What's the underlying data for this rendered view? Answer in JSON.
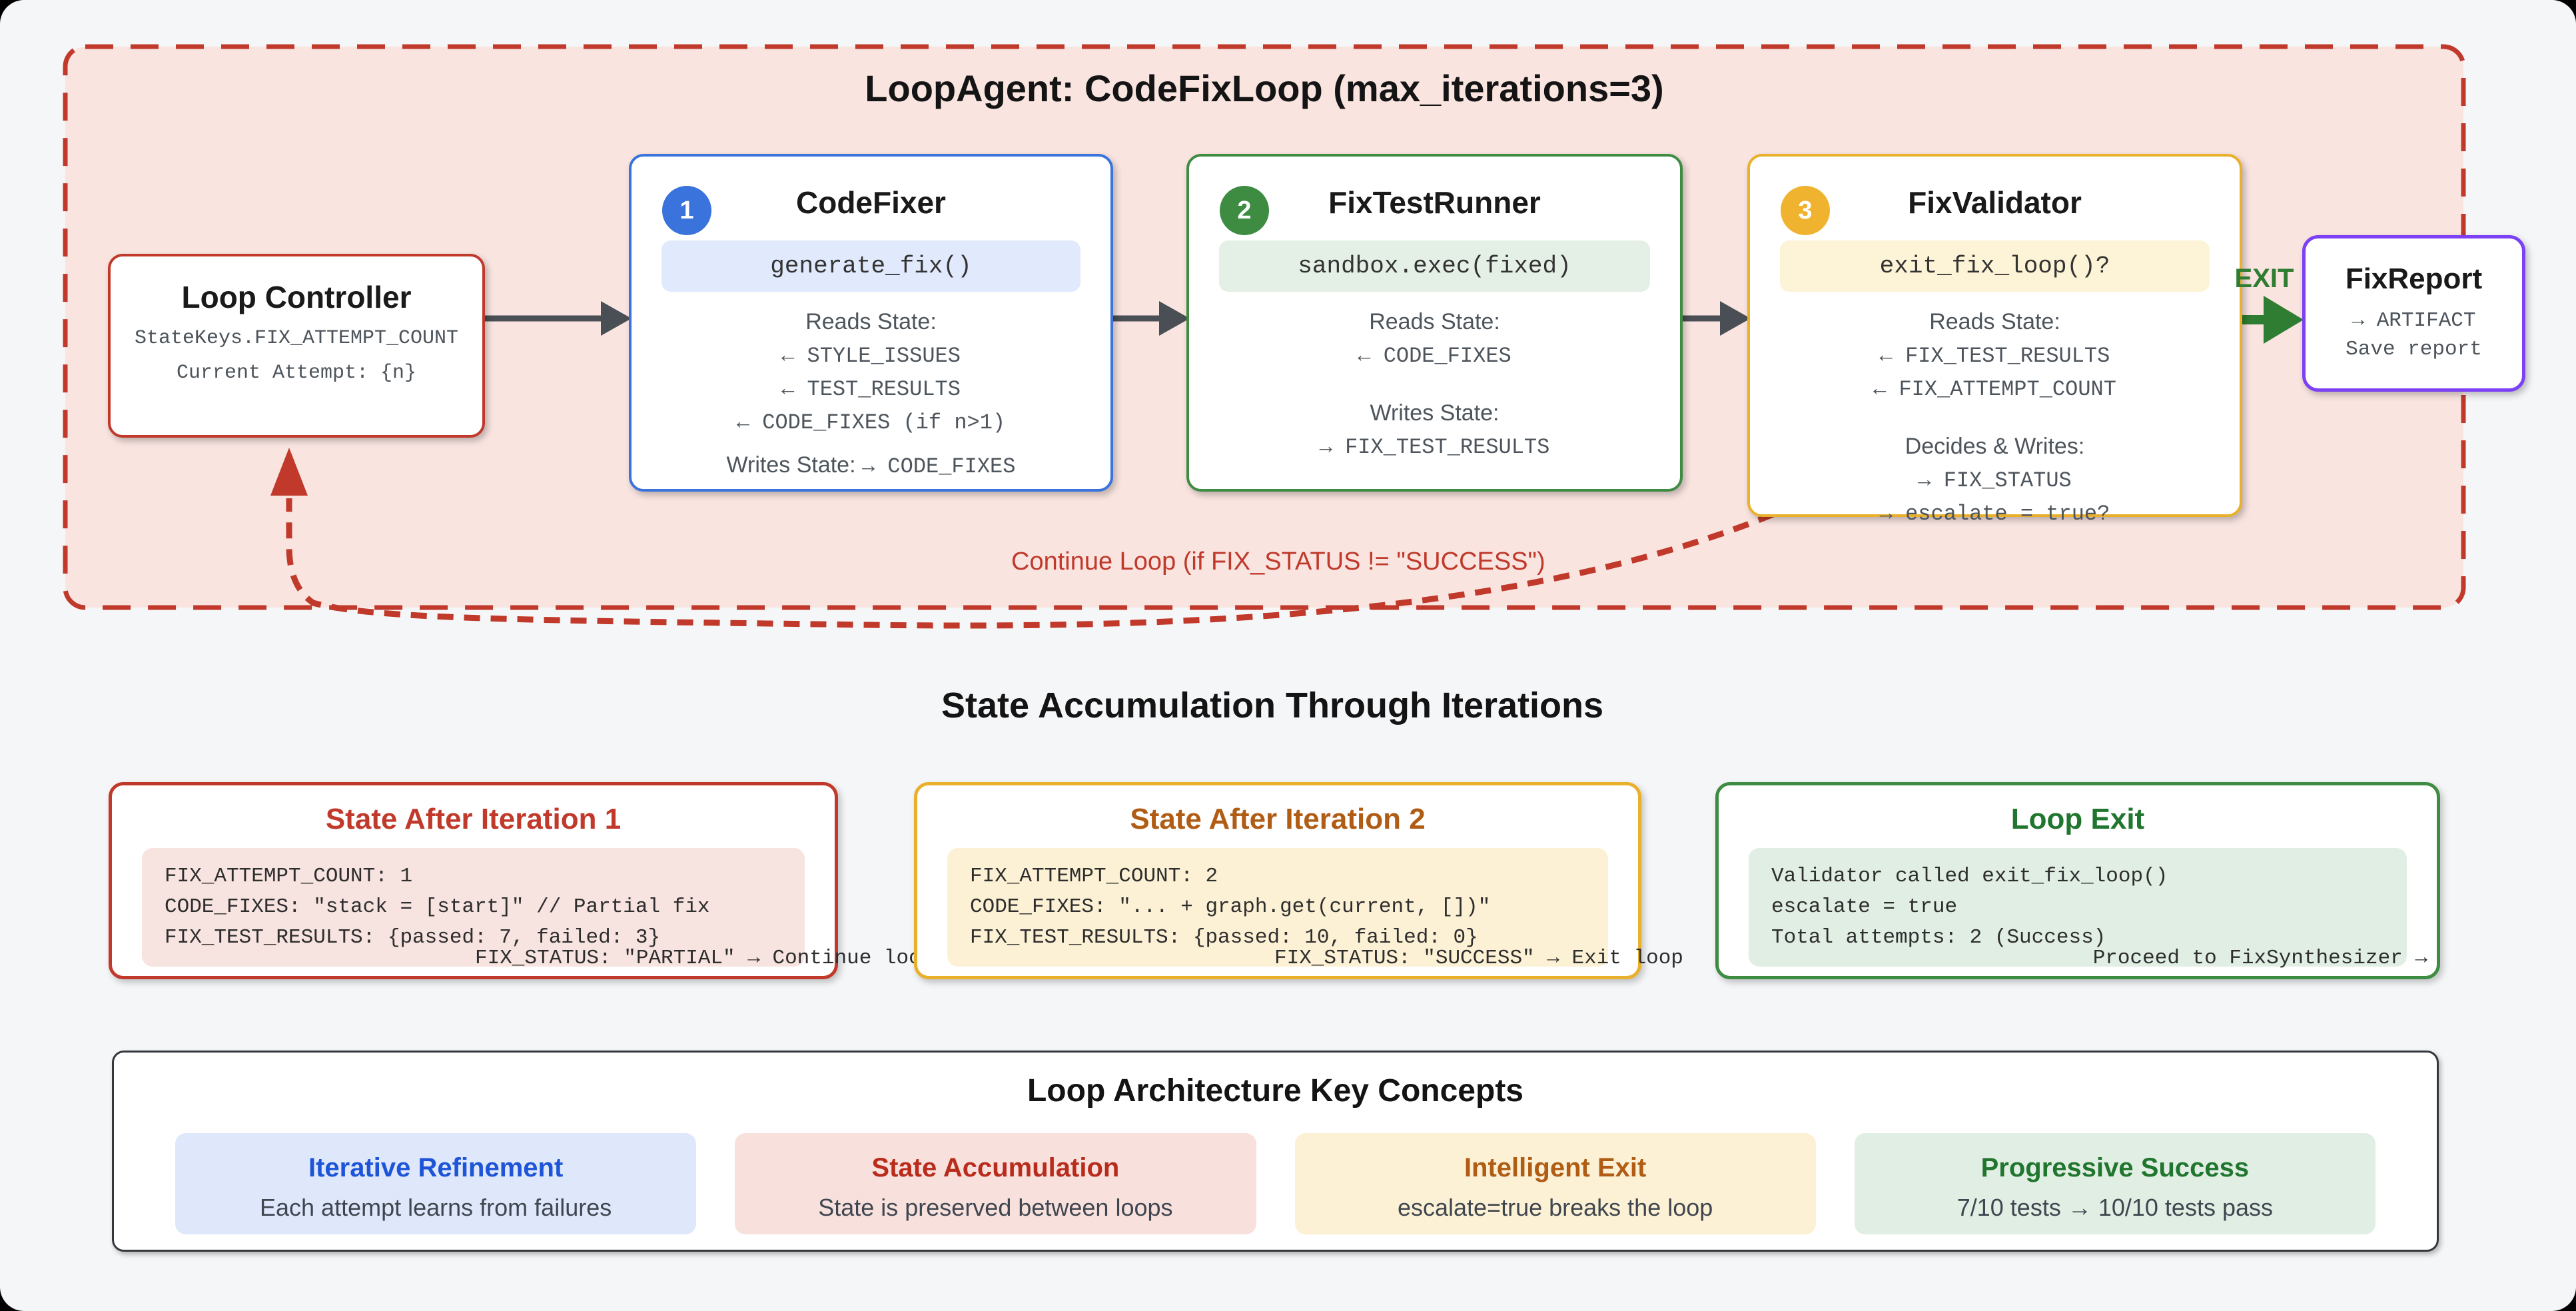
{
  "loop": {
    "title": "LoopAgent: CodeFixLoop (max_iterations=3)",
    "continue_label": "Continue Loop (if FIX_STATUS != \"SUCCESS\")",
    "exit_label": "EXIT"
  },
  "nodes": {
    "loop_controller": {
      "title": "Loop Controller",
      "line1": "StateKeys.FIX_ATTEMPT_COUNT",
      "line2": "Current Attempt: {n}"
    },
    "code_fixer": {
      "badge": "1",
      "title": "CodeFixer",
      "code": "generate_fix()",
      "reads_label": "Reads State:",
      "reads": [
        "← STYLE_ISSUES",
        "← TEST_RESULTS",
        "← CODE_FIXES (if n>1)"
      ],
      "writes_label": "Writes State:",
      "writes_value": "→ CODE_FIXES"
    },
    "fix_test_runner": {
      "badge": "2",
      "title": "FixTestRunner",
      "code": "sandbox.exec(fixed)",
      "reads_label": "Reads State:",
      "reads": [
        "← CODE_FIXES"
      ],
      "writes_label": "Writes State:",
      "writes": [
        "→ FIX_TEST_RESULTS"
      ]
    },
    "fix_validator": {
      "badge": "3",
      "title": "FixValidator",
      "code": "exit_fix_loop()?",
      "reads_label": "Reads State:",
      "reads": [
        "← FIX_TEST_RESULTS",
        "← FIX_ATTEMPT_COUNT"
      ],
      "writes_label": "Decides & Writes:",
      "writes": [
        "→ FIX_STATUS",
        "→ escalate = true?"
      ]
    },
    "fix_report": {
      "title": "FixReport",
      "line1": "→ ARTIFACT",
      "line2": "Save report"
    }
  },
  "state_section": {
    "heading": "State Accumulation Through Iterations",
    "boxes": [
      {
        "title": "State After Iteration 1",
        "code": "FIX_ATTEMPT_COUNT: 1\nCODE_FIXES: \"stack = [start]\" // Partial fix\nFIX_TEST_RESULTS: {passed: 7, failed: 3}",
        "overflow_line": "FIX_STATUS: \"PARTIAL\" → Continue loop"
      },
      {
        "title": "State After Iteration 2",
        "code": "FIX_ATTEMPT_COUNT: 2\nCODE_FIXES: \"... + graph.get(current, [])\"\nFIX_TEST_RESULTS: {passed: 10, failed: 0}",
        "overflow_line": "FIX_STATUS: \"SUCCESS\" → Exit loop"
      },
      {
        "title": "Loop Exit",
        "code": "Validator called exit_fix_loop()\nescalate = true\nTotal attempts: 2 (Success)",
        "overflow_line": "Proceed to FixSynthesizer →"
      }
    ]
  },
  "concepts": {
    "heading": "Loop Architecture Key Concepts",
    "cards": [
      {
        "title": "Iterative Refinement",
        "subtitle": "Each attempt learns from failures"
      },
      {
        "title": "State Accumulation",
        "subtitle": "State is preserved between loops"
      },
      {
        "title": "Intelligent Exit",
        "subtitle": "escalate=true breaks the loop"
      },
      {
        "title": "Progressive Success",
        "subtitle": "7/10 tests → 10/10 tests pass"
      }
    ]
  },
  "colors": {
    "loop_border": "#c0392b",
    "loop_fill": "#f9e4e0",
    "controller_border": "#c0392b",
    "fixer_accent": "#3b73dc",
    "runner_accent": "#3d8c42",
    "validator_accent": "#e9b02c",
    "report_accent": "#7d41f5",
    "exit_green": "#2e7d32",
    "arrow_gray": "#4a4f55"
  }
}
